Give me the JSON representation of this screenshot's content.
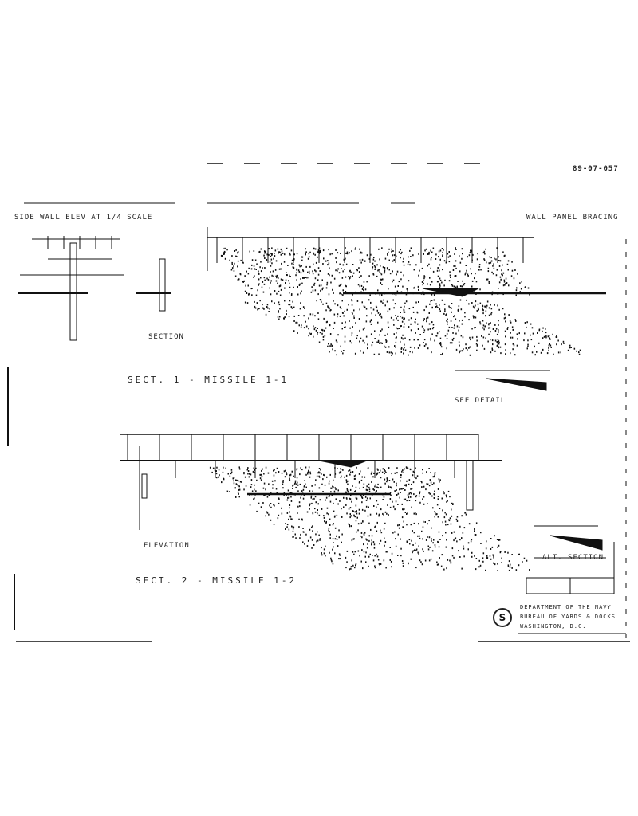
{
  "sheet": {
    "drawing_number": "89-07-057",
    "header_note": "SIDE WALL ELEV AT 1/4 SCALE",
    "header_right": "WALL PANEL BRACING"
  },
  "views": [
    {
      "title": "SECT. 1 - MISSILE 1-1",
      "detail_label": "SECTION"
    },
    {
      "title": "SECT. 2 - MISSILE 1-2",
      "detail_label": "ELEVATION"
    }
  ],
  "notes": [
    "SEE DETAIL",
    "ALT. SECTION"
  ],
  "title_block": {
    "lines": [
      "DEPARTMENT OF THE NAVY",
      "BUREAU OF YARDS & DOCKS",
      "WASHINGTON, D.C."
    ],
    "logo": "circle-emblem-icon"
  },
  "colors": {
    "ink": "#111111",
    "paper": "#ffffff"
  }
}
